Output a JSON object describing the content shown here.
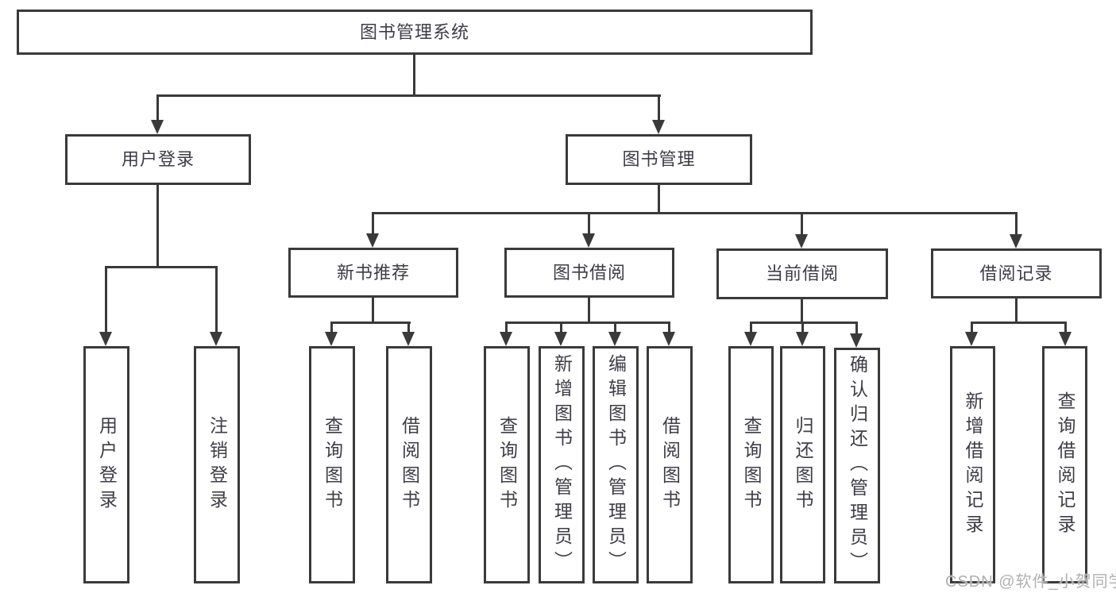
{
  "colors": {
    "line": "#3a3a3a",
    "text": "#3d3d46",
    "background": "#ffffff",
    "watermark": "#b0b0b0"
  },
  "tree": {
    "label": "图书管理系统",
    "children": [
      {
        "label": "用户登录",
        "children": [
          {
            "label": "用户登录"
          },
          {
            "label": "注销登录"
          }
        ]
      },
      {
        "label": "图书管理",
        "children": [
          {
            "label": "新书推荐",
            "children": [
              {
                "label": "查询图书"
              },
              {
                "label": "借阅图书"
              }
            ]
          },
          {
            "label": "图书借阅",
            "children": [
              {
                "label": "查询图书"
              },
              {
                "label": "新增图书（管理员）"
              },
              {
                "label": "编辑图书（管理员）"
              },
              {
                "label": "借阅图书"
              }
            ]
          },
          {
            "label": "当前借阅",
            "children": [
              {
                "label": "查询图书"
              },
              {
                "label": "归还图书"
              },
              {
                "label": "确认归还（管理员）"
              }
            ]
          },
          {
            "label": "借阅记录",
            "children": [
              {
                "label": "新增借阅记录"
              },
              {
                "label": "查询借阅记录"
              }
            ]
          }
        ]
      }
    ]
  },
  "watermark": "CSDN @软件_小贺同学"
}
